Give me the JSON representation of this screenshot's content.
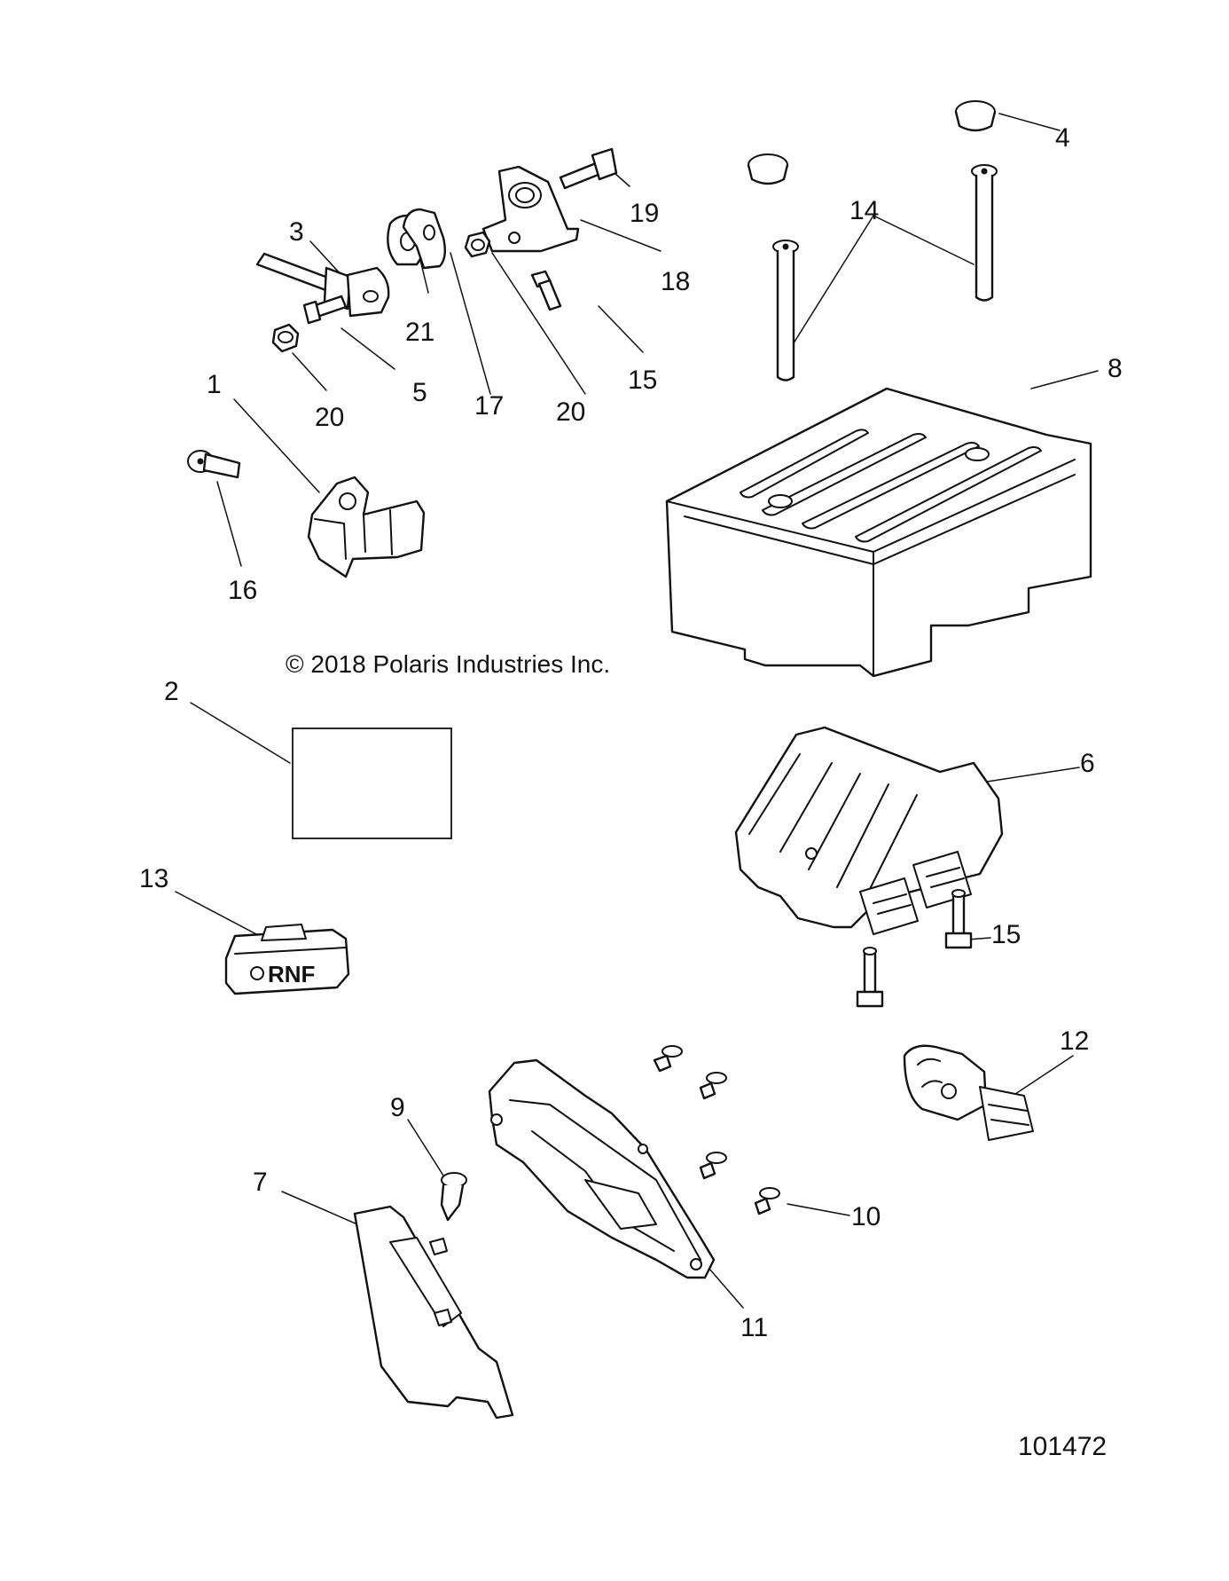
{
  "copyright": "© 2018 Polaris Industries Inc.",
  "diagram_number": "101472",
  "switch_legend": "RNF",
  "callouts": {
    "c1": "1",
    "c2": "2",
    "c3": "3",
    "c4": "4",
    "c5": "5",
    "c6": "6",
    "c7": "7",
    "c8": "8",
    "c9": "9",
    "c10": "10",
    "c11": "11",
    "c12": "12",
    "c13": "13",
    "c14": "14",
    "c15a": "15",
    "c15b": "15",
    "c16": "16",
    "c17": "17",
    "c18": "18",
    "c19": "19",
    "c20a": "20",
    "c20b": "20",
    "c21": "21"
  }
}
